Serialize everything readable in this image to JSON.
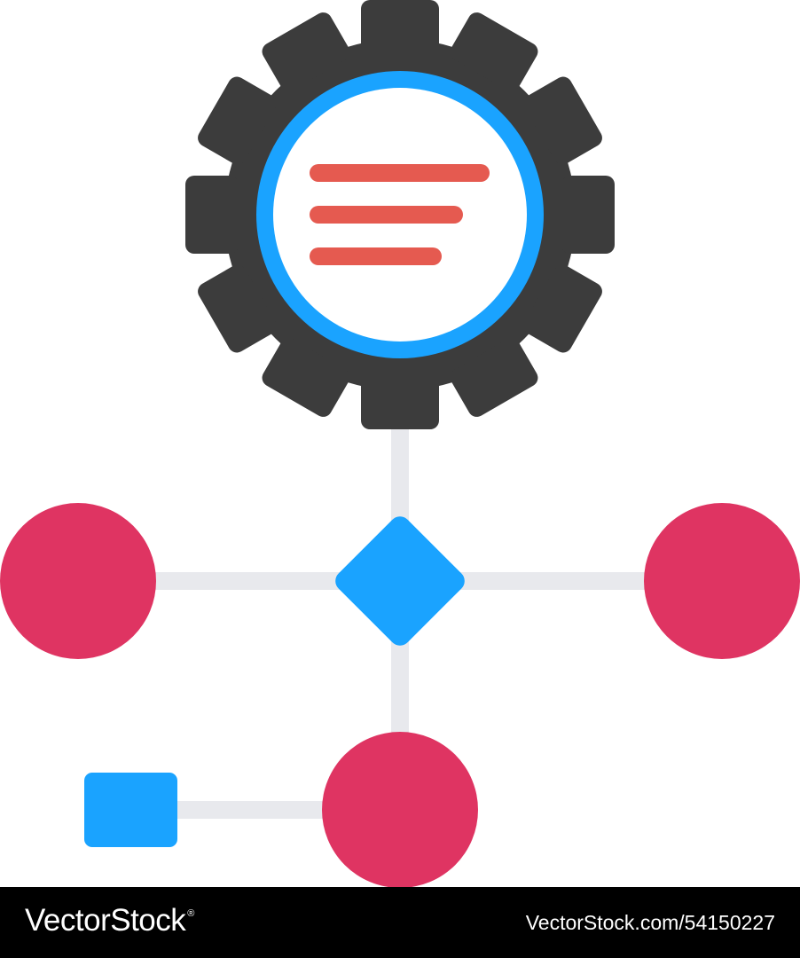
{
  "colors": {
    "gear": "#3c3c3c",
    "ring": "#1aa3ff",
    "lines": "#e55a50",
    "node": "#df3462",
    "connector": "#e8e9ed",
    "diamond": "#1aa3ff",
    "square": "#1aa3ff",
    "footer_bg": "#000000",
    "footer_text": "#ffffff"
  },
  "icons": [
    "gear-icon",
    "document-lines-icon",
    "decision-diamond",
    "process-node",
    "start-square"
  ],
  "footer": {
    "brand": "VectorStock",
    "brand_mark": "®",
    "image_id": "VectorStock.com/54150227"
  }
}
